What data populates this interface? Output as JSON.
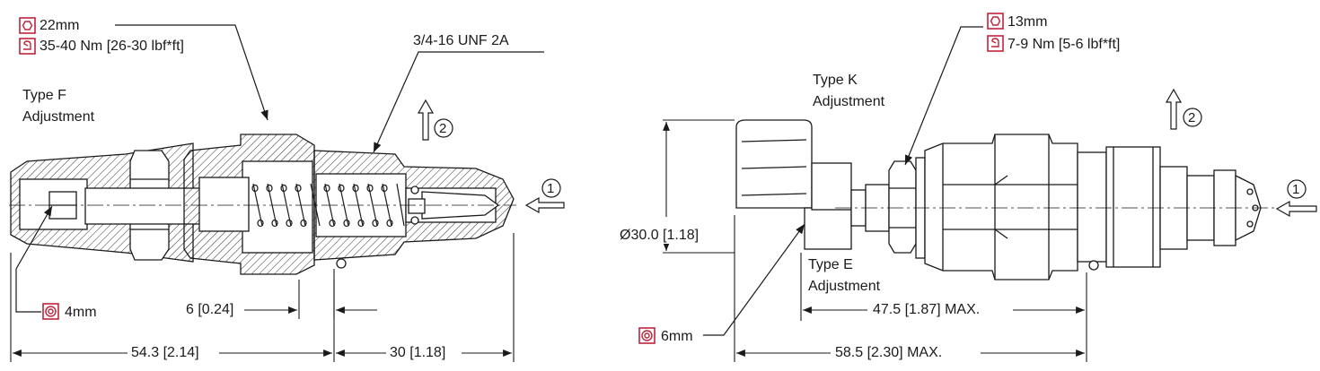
{
  "left_view": {
    "hex_wrench": "22mm",
    "torque": "35-40 Nm [26-30 lbf*ft]",
    "thread": "3/4-16 UNF 2A",
    "adjustment_line1": "Type F",
    "adjustment_line2": "Adjustment",
    "socket_wrench": "4mm",
    "dim_stroke": "6 [0.24]",
    "dim_total": "54.3 [2.14]",
    "dim_cavity": "30 [1.18]",
    "port_1": "1",
    "port_2": "2"
  },
  "right_view": {
    "hex_wrench": "13mm",
    "torque": "7-9 Nm [5-6 lbf*ft]",
    "typek_line1": "Type K",
    "typek_line2": "Adjustment",
    "typee_line1": "Type E",
    "typee_line2": "Adjustment",
    "diameter": "Ø30.0 [1.18]",
    "socket_wrench": "6mm",
    "dim_47": "47.5 [1.87] MAX.",
    "dim_58": "58.5 [2.30] MAX.",
    "port_1": "1",
    "port_2": "2"
  },
  "colors": {
    "accent": "#c0233b",
    "line": "#1a1a1a"
  },
  "icons": [
    "hex-wrench-icon",
    "torque-wrench-icon",
    "socket-wrench-icon"
  ]
}
